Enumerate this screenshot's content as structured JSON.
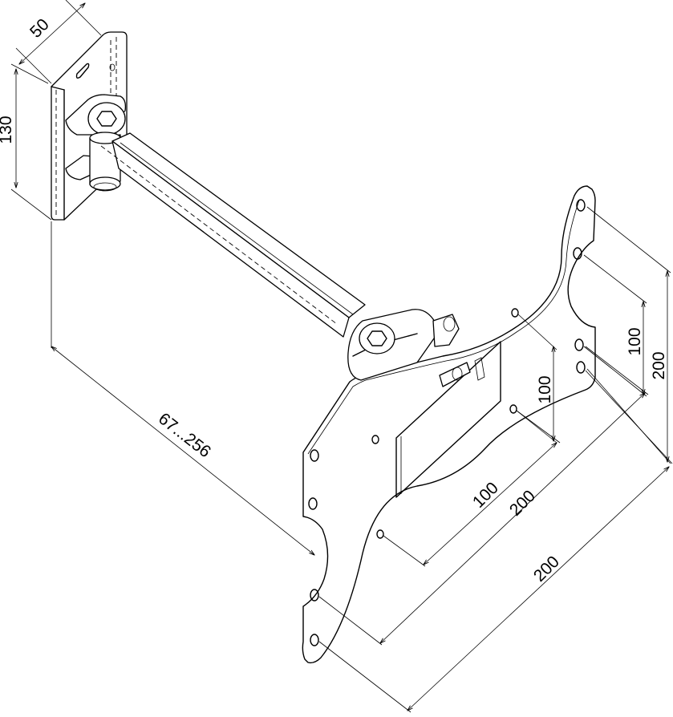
{
  "dimensions": {
    "bracket_depth": "50",
    "bracket_height": "130",
    "arm_reach": "67...256",
    "inner_pattern_vertical": "100",
    "inner_pattern_horizontal": "100",
    "outer_pattern_vertical_inner": "100",
    "outer_pattern_vertical": "200",
    "outer_pattern_horizontal_inner": "200",
    "outer_pattern_horizontal": "200"
  }
}
